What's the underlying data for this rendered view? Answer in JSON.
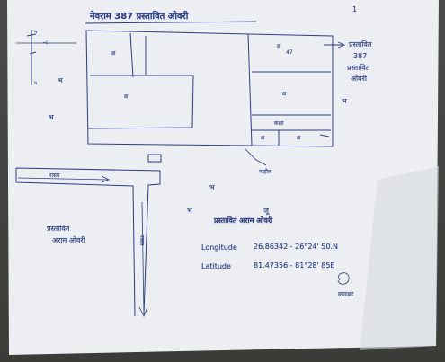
{
  "sheet": {
    "title": "नेवराम 387 प्रस्तावित ओवरी",
    "page_mark": "1",
    "left_edge_marks": [
      "-८",
      "५",
      "५"
    ],
    "blocks": {
      "top_center_label": "क्ष",
      "large_room": "क्ष",
      "right_top": "क्ष",
      "right_upper_sub": "47",
      "right_mid": "क्ष",
      "right_bottom_left": "क्ष",
      "right_bottom_right": "क्ष",
      "right_bottom_note": "कक्षा"
    },
    "right_annotation": [
      "प्रस्तावित",
      "387",
      "प्रस्तावित",
      "ओवरी"
    ],
    "compound_marks": [
      "भ",
      "भ",
      "भ",
      "भ",
      "भ"
    ],
    "lower_left": {
      "arrow_label": "रास्ता",
      "text_line1": "प्रस्तावित",
      "text_line2": "अराम ओवरी",
      "vertical_road": "रास्ता"
    },
    "center_labels": {
      "pointer_note": "माहौल",
      "mid_line": "प्रस्तावित अराम ओवरी",
      "mid_symbol": "जू"
    },
    "coordinates": {
      "longitude_label": "Longitude",
      "longitude_value": "26.86342 - 26°24' 50.N",
      "latitude_label": "Latitude",
      "latitude_value": "81.47356 - 81°28' 85E"
    },
    "signature_text": "हस्ताक्षर",
    "colors": {
      "ink": "#2b3f86",
      "paper": "#eef0f4",
      "background": "#3b3b38"
    }
  }
}
